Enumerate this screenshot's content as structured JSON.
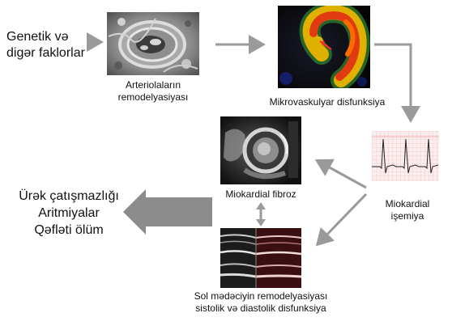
{
  "intro": {
    "line1": "Genetik və",
    "line2": "digər faklorlar"
  },
  "nodes": {
    "arteriole": {
      "line1": "Arteriolaların",
      "line2": "remodelyasiyası"
    },
    "microvascular": {
      "label": "Mikrovaskulyar disfunksiya"
    },
    "ischemia": {
      "line1": "Miokardial",
      "line2": "işemiya"
    },
    "fibrosis": {
      "label": "Miokardial fibroz"
    },
    "remodeling": {
      "line1": "Sol mədəciyin remodelyasiyası",
      "line2": "sistolik və diastolik disfunksiya"
    }
  },
  "outcomes": {
    "line1": "Ürək çatışmazlığı",
    "line2": "Aritmiyalar",
    "line3": "Qəfləti ölüm"
  },
  "colors": {
    "arrow": "#9a9a9a",
    "big_arrow": "#8c8c8c",
    "text": "#111111"
  }
}
